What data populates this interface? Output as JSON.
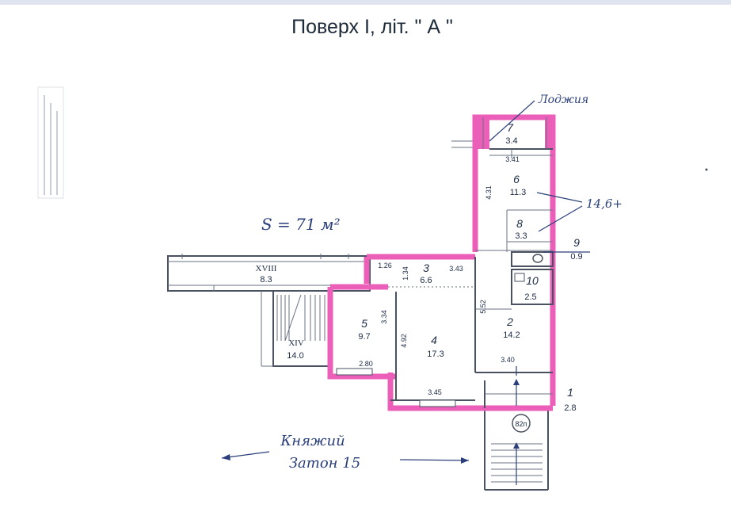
{
  "title": "Поверх I, літ. \" А \"",
  "total_area": "S = 71 м²",
  "loggia_label": "Лоджия",
  "group_area": "14,6+",
  "street": {
    "line1": "Княжий",
    "line2": "Затон 15"
  },
  "entrance_label": "82п",
  "rooms": [
    {
      "number": "1",
      "area": "2.8"
    },
    {
      "number": "2",
      "area": "14.2"
    },
    {
      "number": "3",
      "area": "6.6"
    },
    {
      "number": "4",
      "area": "17.3"
    },
    {
      "number": "5",
      "area": "9.7"
    },
    {
      "number": "6",
      "area": "11.3"
    },
    {
      "number": "7",
      "area": "3.4"
    },
    {
      "number": "8",
      "area": "3.3"
    },
    {
      "number": "9",
      "area": "0.9"
    },
    {
      "number": "10",
      "area": "2.5"
    },
    {
      "number": "XVIII",
      "area": "8.3"
    },
    {
      "number": "XIV",
      "area": "14.0"
    }
  ],
  "dimensions": {
    "d_3_41": "3.41",
    "d_4_31": "4.31",
    "d_1_26": "1.26",
    "d_1_34": "1.34",
    "d_3_43": "3.43",
    "d_3_34": "3.34",
    "d_5_52": "5.52",
    "d_4_92": "4.92",
    "d_2_80": "2.80",
    "d_3_40": "3.40",
    "d_3_45": "3.45"
  }
}
